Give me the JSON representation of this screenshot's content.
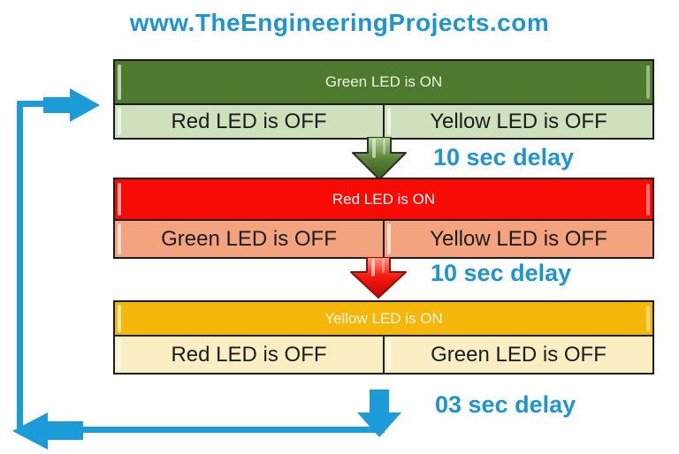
{
  "title": "www.TheEngineeringProjects.com",
  "colors": {
    "accent_blue": "#1e95cf",
    "green_on": "#4e7a2d",
    "green_off": "#cfe0bd",
    "red_on": "#f90b05",
    "red_off": "#f3a47e",
    "yellow_on": "#f6b70b",
    "yellow_off": "#faeec2",
    "border": "#1c1c1c"
  },
  "states": [
    {
      "id": "green",
      "on_label": "Green LED is ON",
      "off_left": "Red LED is OFF",
      "off_right": "Yellow LED is OFF",
      "delay": "10 sec delay"
    },
    {
      "id": "red",
      "on_label": "Red LED is ON",
      "off_left": "Green LED is OFF",
      "off_right": "Yellow LED is OFF",
      "delay": "10 sec delay"
    },
    {
      "id": "yellow",
      "on_label": "Yellow LED is ON",
      "off_left": "Red LED is OFF",
      "off_right": "Green LED is OFF",
      "delay": "03 sec delay"
    }
  ],
  "icons": {
    "green_transition": "down-arrow-icon",
    "red_transition": "down-arrow-icon",
    "loop": "loop-back-arrow-icon"
  }
}
